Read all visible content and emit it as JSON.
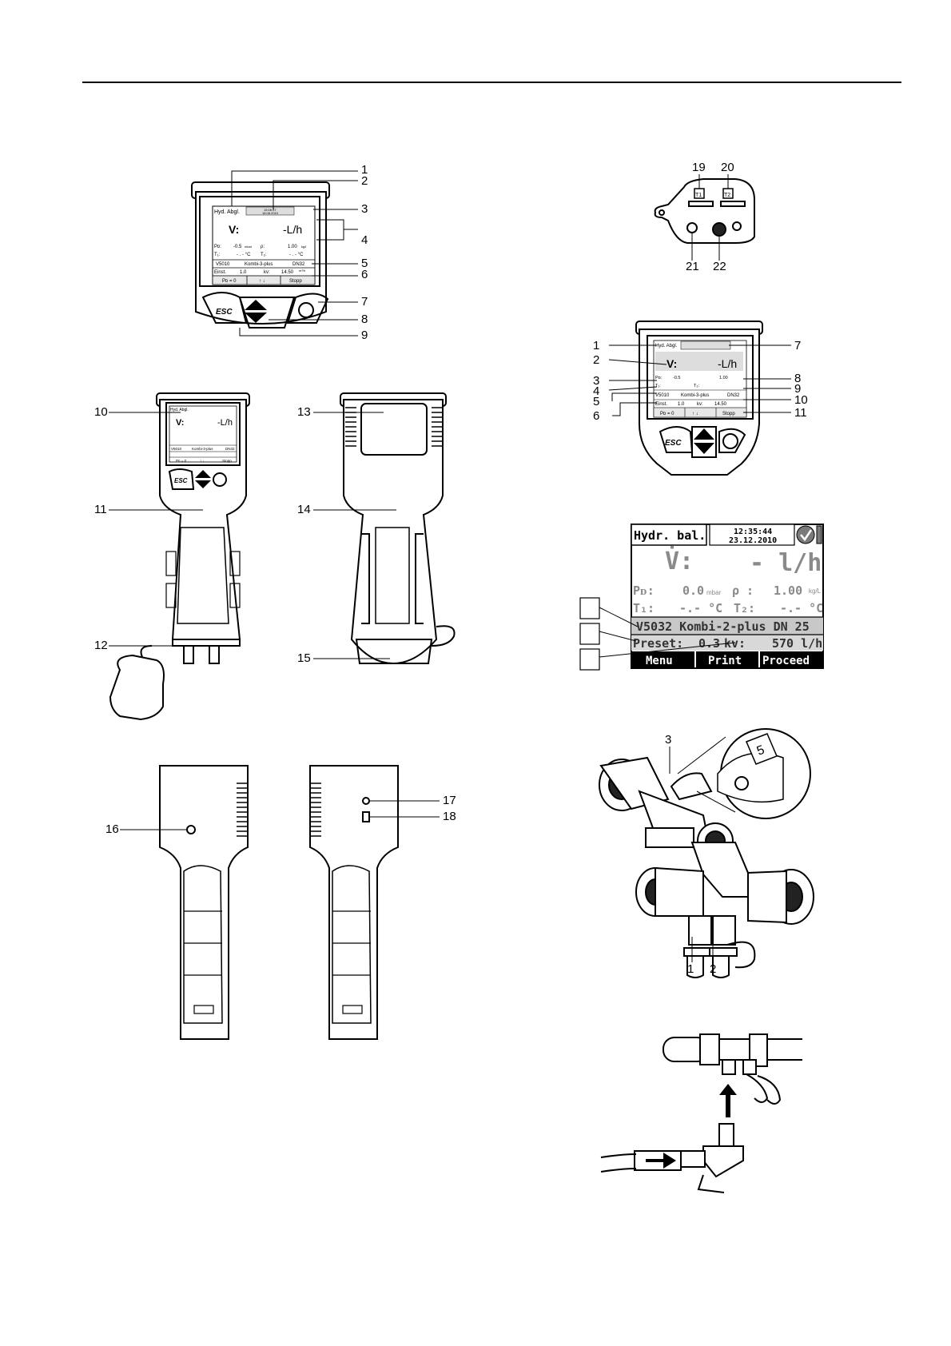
{
  "fig1": {
    "callouts": [
      "1",
      "2",
      "3",
      "4",
      "5",
      "6",
      "7",
      "8",
      "9"
    ],
    "screen": {
      "title": "Hyd. Abgl.",
      "time": "15:06:47",
      "date": "18.08.2010",
      "v_label": "V:",
      "v_value": "-L/h",
      "pd_label": "Pᴅ:",
      "pd_value": "-0.5",
      "pd_unit": "mbar",
      "rho_label": "ρ:",
      "rho_value": "1.00",
      "rho_unit": "kg/l",
      "t1_label": "T₁:",
      "t1_value": "- . - °C",
      "t2_label": "T₂:",
      "t2_value": "- . - °C",
      "valve": "V5010",
      "valve_type": "Kombi-3-plus",
      "valve_dn": "DN32",
      "einst_label": "Einst.",
      "einst_value": "1.0",
      "kv_label": "kv:",
      "kv_value": "14.50",
      "kv_unit": "m³/h",
      "softkeys": [
        "Pᴅ = 0",
        "↑ ↓",
        "Stopp"
      ]
    },
    "esc": "ESC"
  },
  "fig2": {
    "callouts": [
      "10",
      "11",
      "12",
      "13",
      "14",
      "15"
    ],
    "esc": "ESC"
  },
  "fig3": {
    "callouts": [
      "16",
      "17",
      "18"
    ]
  },
  "fig4": {
    "callouts": [
      "19",
      "20",
      "21",
      "22"
    ],
    "port_labels": [
      "T1",
      "T2"
    ]
  },
  "fig5": {
    "callouts_left": [
      "1",
      "2",
      "3",
      "4",
      "5",
      "6"
    ],
    "callouts_right": [
      "7",
      "8",
      "9",
      "10",
      "11"
    ],
    "esc": "ESC"
  },
  "fig6": {
    "title": "Hydr. bal.",
    "time": "12:35:44",
    "date": "23.12.2010",
    "v_label": "V̇:",
    "v_value": "- l/h",
    "pd_label": "Pᴅ:",
    "pd_value": "0.0",
    "pd_unit": "mbar",
    "rho_label": "ρ :",
    "rho_value": "1.00",
    "rho_unit": "kg/L",
    "t1_label": "T₁:",
    "t1_value": "-.- °C",
    "t2_label": "T₂:",
    "t2_value": "-.- °C",
    "valve_line": "V5032 Kombi-2-plus DN 25",
    "preset_label": "Preset:",
    "preset_value": "0.3",
    "kv_label": "kv:",
    "kv_value": "570 l/h",
    "softkeys": [
      "Menu",
      "Print",
      "Proceed"
    ]
  },
  "fig7": {
    "callouts": [
      "1",
      "2",
      "3"
    ],
    "dial_mark": "5"
  }
}
